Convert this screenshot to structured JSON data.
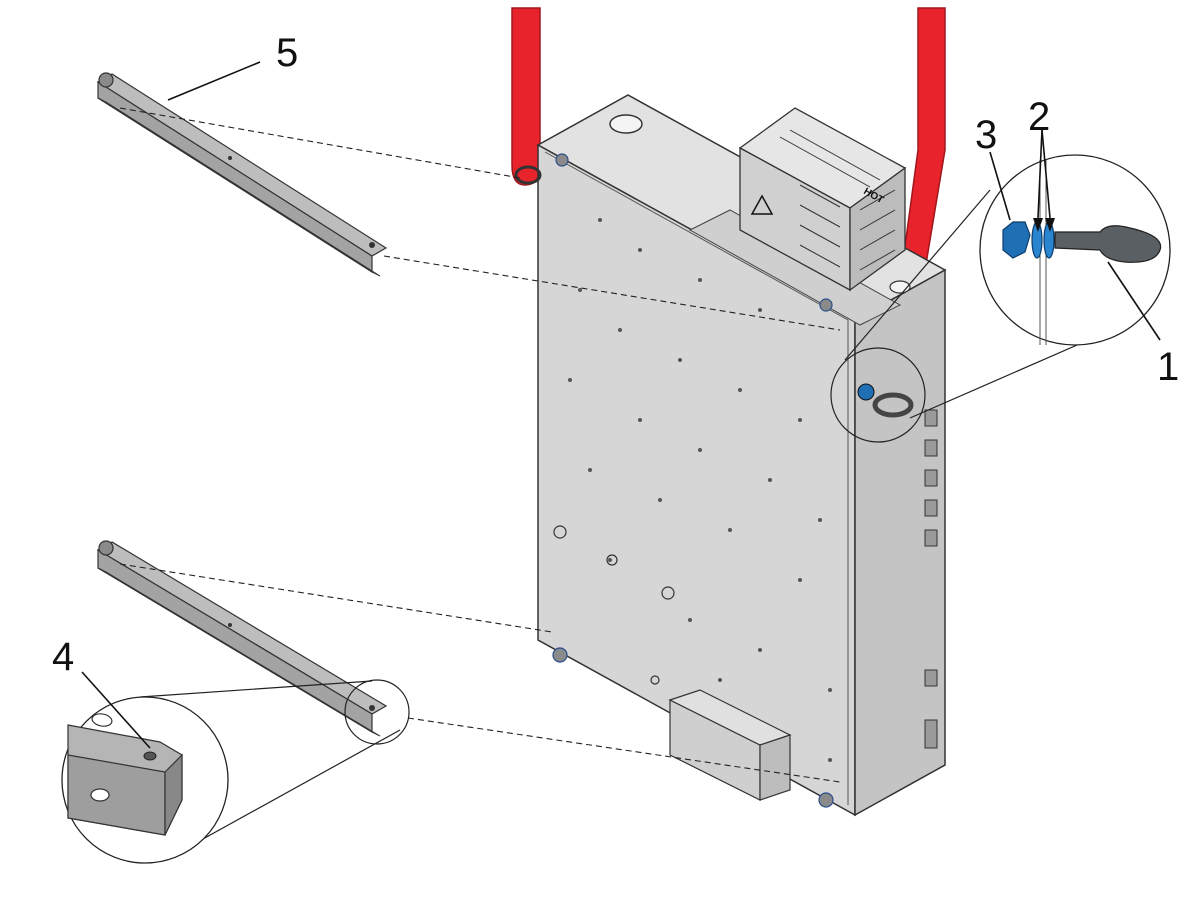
{
  "callouts": {
    "c1": "1",
    "c2": "2",
    "c3": "3",
    "c4": "4",
    "c5": "5"
  },
  "heater_label": "HOT",
  "colors": {
    "panel": "#d9d9d9",
    "panel_dark": "#bdbdbd",
    "strap": "#e8232b",
    "bolt_blue": "#1f6fb5",
    "rail": "#a9a9a9",
    "line": "#222222"
  }
}
